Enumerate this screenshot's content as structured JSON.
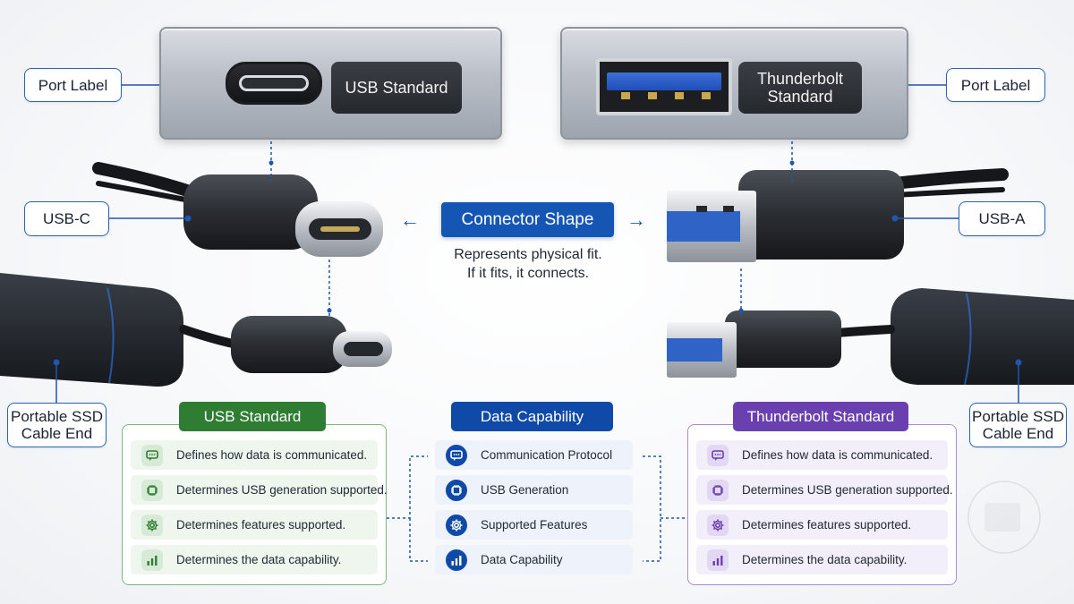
{
  "top_left_port": {
    "label": "USB Standard"
  },
  "top_right_port": {
    "label_line1": "Thunderbolt",
    "label_line2": "Standard"
  },
  "callouts": {
    "port_label_left": "Port Label",
    "port_label_right": "Port Label",
    "usbc": "USB-C",
    "usba": "USB-A",
    "ssd_left_line1": "Portable SSD",
    "ssd_left_line2": "Cable End",
    "ssd_right_line1": "Portable SSD",
    "ssd_right_line2": "Cable End"
  },
  "connector": {
    "title": "Connector Shape",
    "desc_line1": "Represents physical fit.",
    "desc_line2": "If it fits, it connects.",
    "arrow_left": "←",
    "arrow_right": "→"
  },
  "usb_panel": {
    "title": "USB Standard",
    "accent": "#2e7d32",
    "items": [
      {
        "icon": "chat-icon",
        "text": "Defines how data is communicated."
      },
      {
        "icon": "chip-icon",
        "text": "Determines USB generation supported."
      },
      {
        "icon": "gear-icon",
        "text": "Determines features supported."
      },
      {
        "icon": "bar-chart-icon",
        "text": "Determines the data capability."
      }
    ]
  },
  "data_panel": {
    "title": "Data Capability",
    "accent": "#0f4aa8",
    "items": [
      {
        "icon": "chat-icon",
        "text": "Communication Protocol"
      },
      {
        "icon": "chip-icon",
        "text": "USB Generation"
      },
      {
        "icon": "gear-icon",
        "text": "Supported Features"
      },
      {
        "icon": "bar-chart-icon",
        "text": "Data Capability"
      }
    ]
  },
  "tb_panel": {
    "title": "Thunderbolt Standard",
    "accent": "#6a3fb0",
    "items": [
      {
        "icon": "chat-icon",
        "text": "Defines how data is communicated."
      },
      {
        "icon": "chip-icon",
        "text": "Determines USB generation supported."
      },
      {
        "icon": "gear-icon",
        "text": "Determines features supported."
      },
      {
        "icon": "bar-chart-icon",
        "text": "Determines the data capability."
      }
    ]
  }
}
